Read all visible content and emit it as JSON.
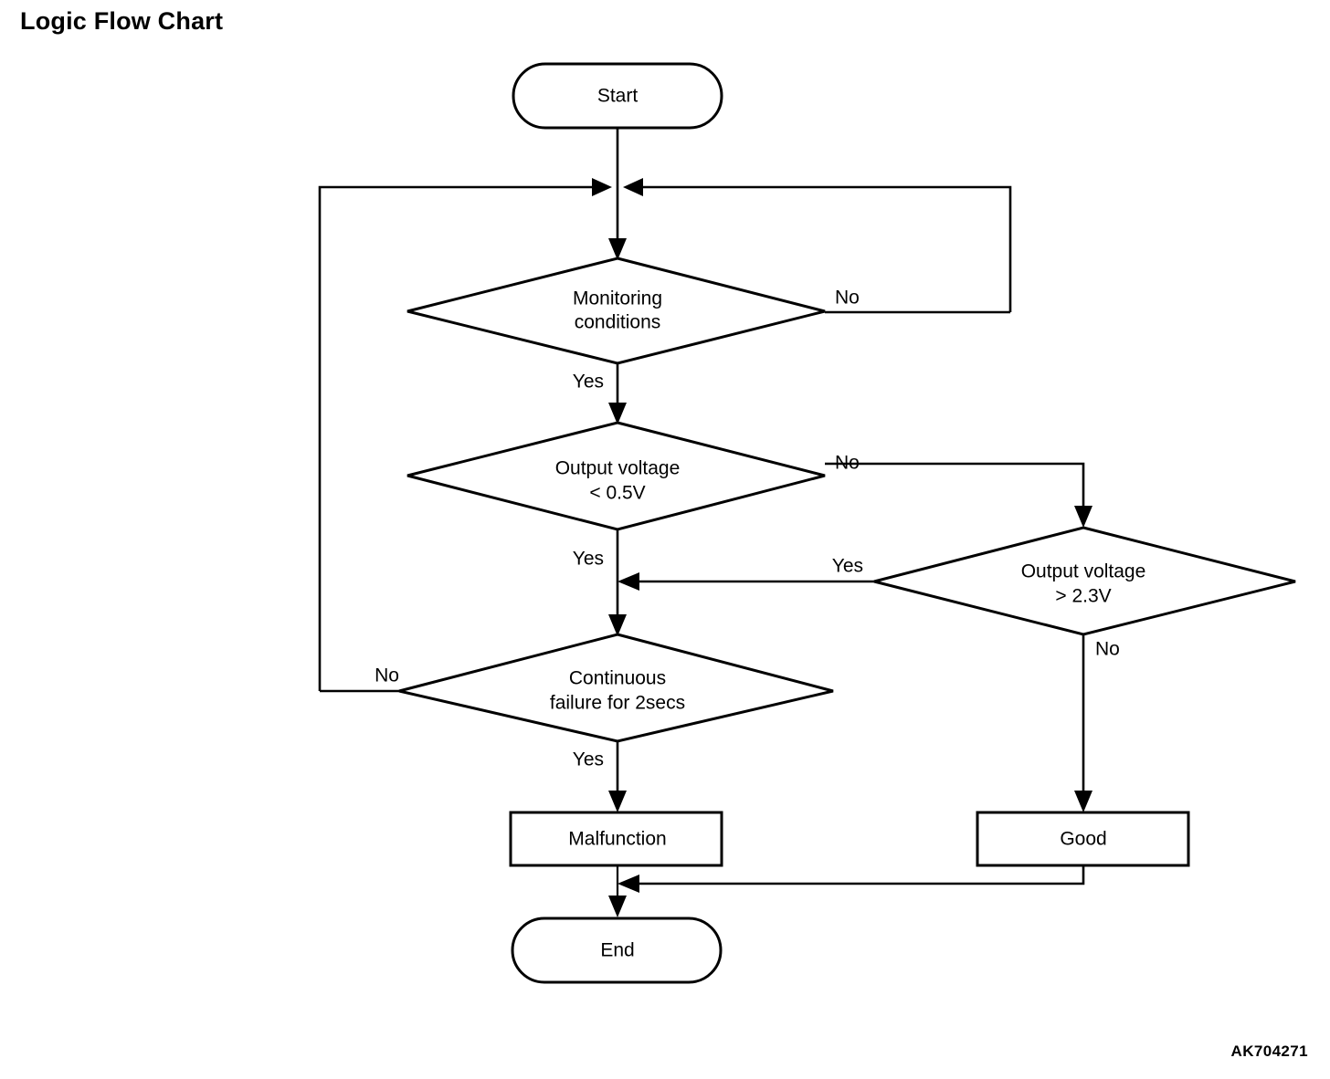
{
  "page": {
    "title": "Logic Flow Chart",
    "reference_code": "AK704271"
  },
  "chart_data": {
    "type": "diagram",
    "diagram_kind": "flowchart",
    "title": "Logic Flow Chart",
    "nodes": [
      {
        "id": "start",
        "shape": "terminator",
        "label": "Start"
      },
      {
        "id": "monitoring",
        "shape": "decision",
        "label_line1": "Monitoring",
        "label_line2": "conditions"
      },
      {
        "id": "vlow",
        "shape": "decision",
        "label_line1": "Output voltage",
        "label_line2": "< 0.5V"
      },
      {
        "id": "vhigh",
        "shape": "decision",
        "label_line1": "Output voltage",
        "label_line2": "> 2.3V"
      },
      {
        "id": "continuous",
        "shape": "decision",
        "label_line1": "Continuous",
        "label_line2": "failure for 2secs"
      },
      {
        "id": "malfunction",
        "shape": "process",
        "label": "Malfunction"
      },
      {
        "id": "good",
        "shape": "process",
        "label": "Good"
      },
      {
        "id": "end",
        "shape": "terminator",
        "label": "End"
      }
    ],
    "edges": [
      {
        "from": "start",
        "to": "monitoring",
        "label": ""
      },
      {
        "from": "monitoring",
        "to": "vlow",
        "label": "Yes"
      },
      {
        "from": "monitoring",
        "to": "monitoring",
        "label": "No"
      },
      {
        "from": "vlow",
        "to": "continuous",
        "label": "Yes"
      },
      {
        "from": "vlow",
        "to": "vhigh",
        "label": "No"
      },
      {
        "from": "vhigh",
        "to": "continuous",
        "label": "Yes"
      },
      {
        "from": "vhigh",
        "to": "good",
        "label": "No"
      },
      {
        "from": "continuous",
        "to": "malfunction",
        "label": "Yes"
      },
      {
        "from": "continuous",
        "to": "monitoring",
        "label": "No"
      },
      {
        "from": "malfunction",
        "to": "end",
        "label": ""
      },
      {
        "from": "good",
        "to": "end",
        "label": ""
      }
    ]
  },
  "labels": {
    "start": "Start",
    "monitoring_l1": "Monitoring",
    "monitoring_l2": "conditions",
    "monitoring_no": "No",
    "monitoring_yes": "Yes",
    "vlow_l1": "Output voltage",
    "vlow_l2": "< 0.5V",
    "vlow_no": "No",
    "vlow_yes": "Yes",
    "vhigh_l1": "Output voltage",
    "vhigh_l2": "> 2.3V",
    "vhigh_yes": "Yes",
    "vhigh_no": "No",
    "continuous_l1": "Continuous",
    "continuous_l2": "failure for 2secs",
    "continuous_no": "No",
    "continuous_yes": "Yes",
    "malfunction": "Malfunction",
    "good": "Good",
    "end": "End"
  },
  "colors": {
    "stroke": "#000000",
    "fill": "#ffffff",
    "text": "#000000"
  }
}
